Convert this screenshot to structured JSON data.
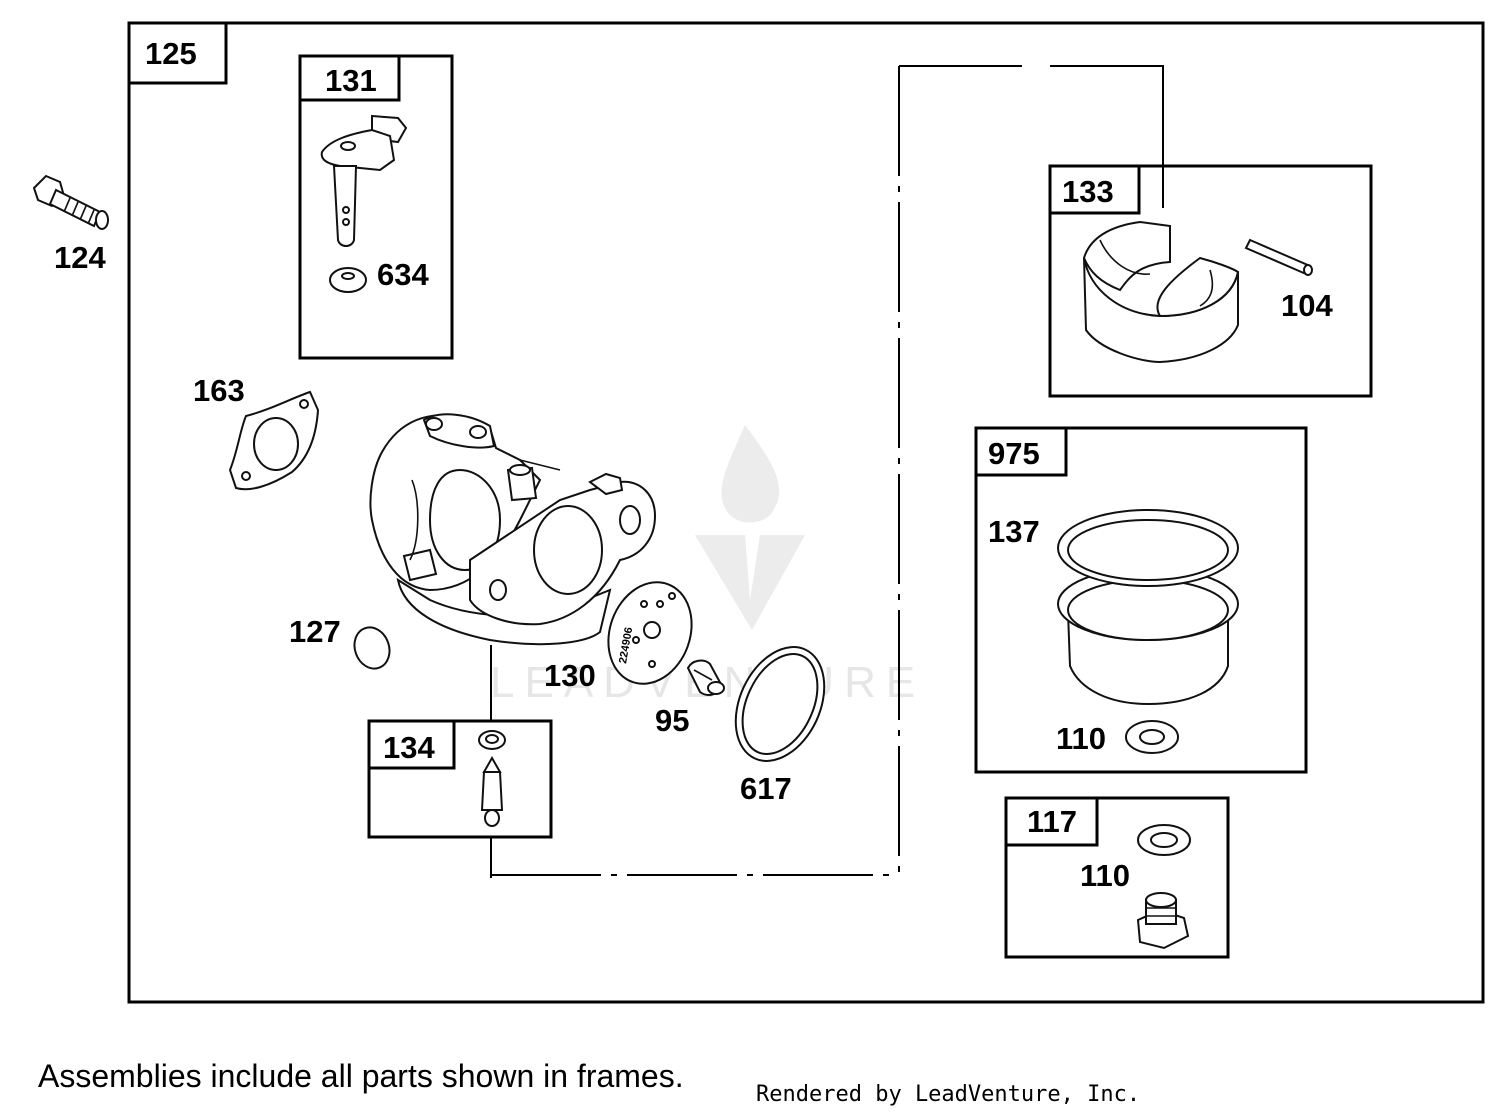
{
  "frames": {
    "main": "125",
    "choke": "131",
    "float": "133",
    "bowl": "975",
    "needle": "134",
    "drain": "117"
  },
  "callouts": {
    "p124": "124",
    "p634": "634",
    "p104": "104",
    "p163": "163",
    "p137": "137",
    "p127": "127",
    "p130": "130",
    "p95": "95",
    "p110_bowl": "110",
    "p617": "617",
    "p110_drain": "110"
  },
  "part_code": "224906",
  "watermark": "LEADVENTURE",
  "footer": {
    "note": "Assemblies include all parts shown in frames.",
    "credit": "Rendered by LeadVenture, Inc."
  }
}
